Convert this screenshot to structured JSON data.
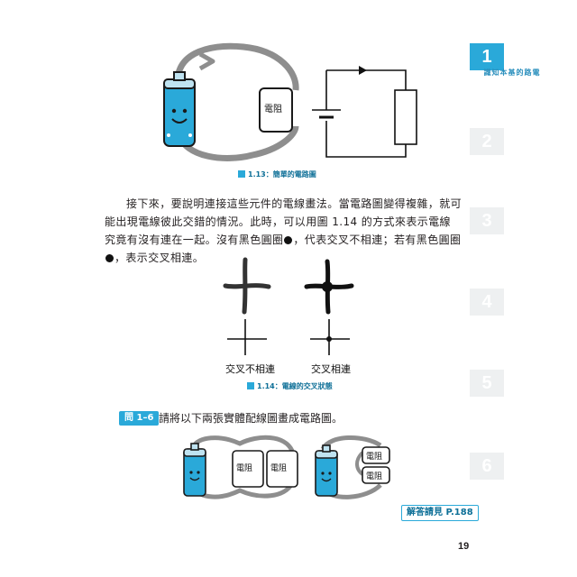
{
  "chapters": [
    {
      "num": "1",
      "title": "電路的基本知識",
      "active": true
    },
    {
      "num": "2",
      "title": "",
      "active": false
    },
    {
      "num": "3",
      "title": "",
      "active": false
    },
    {
      "num": "4",
      "title": "",
      "active": false
    },
    {
      "num": "5",
      "title": "",
      "active": false
    },
    {
      "num": "6",
      "title": "",
      "active": false
    }
  ],
  "figure_113": {
    "resistor_label": "電阻",
    "caption": "1.13：簡單的電路圖"
  },
  "paragraph": {
    "part1": "接下來，要說明連接這些元件的電線畫法。當電路圖變得複雜，就可能出現電線彼此交錯的情況。此時，可以用圖 1.14 的方式來表示電線究竟有沒有連在一起。沒有黑色圓圈",
    "part2": "，代表交叉不相連；若有黑色圓圈",
    "part3": "，表示交叉相連。"
  },
  "figure_114": {
    "label_not_connected": "交叉不相連",
    "label_connected": "交叉相連",
    "caption": "1.14：電線的交叉狀態"
  },
  "question": {
    "tag": "問 1–6",
    "text": "請將以下兩張實體配線圖畫成電路圖。",
    "resistor_label": "電阻"
  },
  "answer_ref": "解答請見 P.188",
  "page_number": "19"
}
